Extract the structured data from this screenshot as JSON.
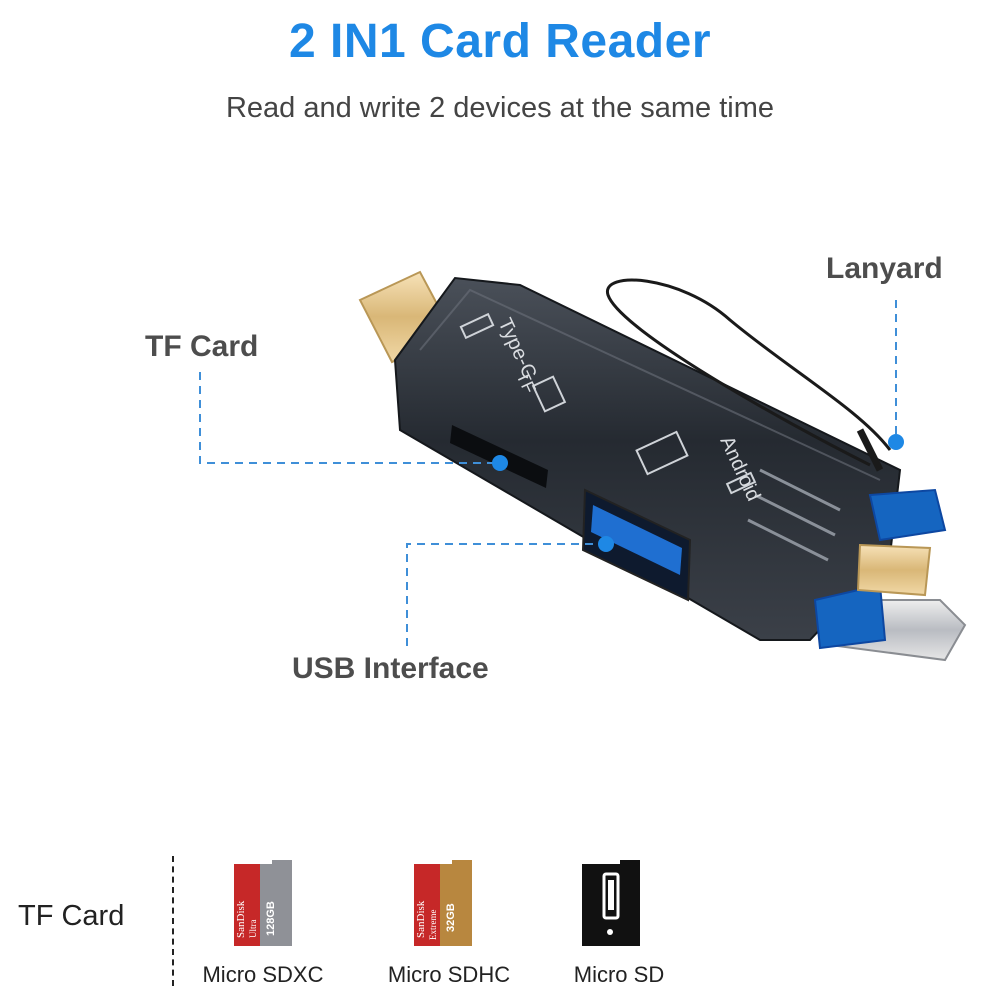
{
  "header": {
    "title": "2 IN1 Card Reader",
    "subtitle": "Read and write 2 devices at the same time"
  },
  "callouts": {
    "tf_card": "TF Card",
    "lanyard": "Lanyard",
    "usb_interface": "USB Interface"
  },
  "device": {
    "label_type_c": "Type-C",
    "label_tf": "TF",
    "label_android": "Android"
  },
  "cards_section": {
    "label": "TF Card",
    "cards": [
      {
        "caption": "Micro SDXC",
        "brand": "SanDisk",
        "line": "Ultra",
        "capacity": "128GB"
      },
      {
        "caption": "Micro SDHC",
        "brand": "SanDisk",
        "line": "Extreme",
        "capacity": "32GB"
      },
      {
        "caption": "Micro SD",
        "brand": "",
        "line": "",
        "capacity": ""
      }
    ]
  },
  "colors": {
    "accent": "#1e88e5",
    "callout_line": "#3f8fd8",
    "body": "#2c3138",
    "usb_blue": "#1565c0"
  }
}
